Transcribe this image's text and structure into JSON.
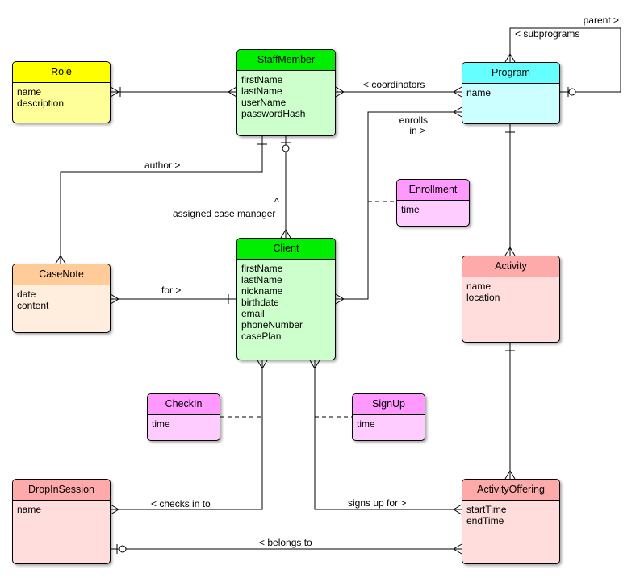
{
  "colors": {
    "yellow": "#ffff00",
    "yellow_light": "#ffff99",
    "green": "#00ee00",
    "green_light": "#ccffcc",
    "cyan": "#66ffff",
    "cyan_light": "#ccffff",
    "orange": "#ffcc99",
    "orange_light": "#ffeedd",
    "pink": "#ff99ff",
    "pink_light": "#ffccff",
    "salmon": "#ffaaaa",
    "salmon_light": "#ffdddd",
    "line": "#000000"
  },
  "entities": {
    "role": {
      "title": "Role",
      "attrs": [
        "name",
        "description"
      ]
    },
    "staffmember": {
      "title": "StaffMember",
      "attrs": [
        "firstName",
        "lastName",
        "userName",
        "passwordHash"
      ]
    },
    "program": {
      "title": "Program",
      "attrs": [
        "name"
      ]
    },
    "enrollment": {
      "title": "Enrollment",
      "attrs": [
        "time"
      ]
    },
    "casenote": {
      "title": "CaseNote",
      "attrs": [
        "date",
        "content"
      ]
    },
    "client": {
      "title": "Client",
      "attrs": [
        "firstName",
        "lastName",
        "nickname",
        "birthdate",
        "email",
        "phoneNumber",
        "casePlan"
      ]
    },
    "activity": {
      "title": "Activity",
      "attrs": [
        "name",
        "location"
      ]
    },
    "checkin": {
      "title": "CheckIn",
      "attrs": [
        "time"
      ]
    },
    "signup": {
      "title": "SignUp",
      "attrs": [
        "time"
      ]
    },
    "dropinsession": {
      "title": "DropInSession",
      "attrs": [
        "name"
      ]
    },
    "activityoffering": {
      "title": "ActivityOffering",
      "attrs": [
        "startTime",
        "endTime"
      ]
    }
  },
  "labels": {
    "parent": "parent >",
    "subprograms": "< subprograms",
    "coordinators": "< coordinators",
    "enrolls_1": "enrolls",
    "enrolls_2": "in >",
    "author": "author >",
    "assigned_1": "^",
    "assigned_2": "assigned case manager",
    "for": "for >",
    "checks_in_to": "< checks in to",
    "signs_up_for": "signs up for >",
    "belongs_to": "< belongs to"
  }
}
